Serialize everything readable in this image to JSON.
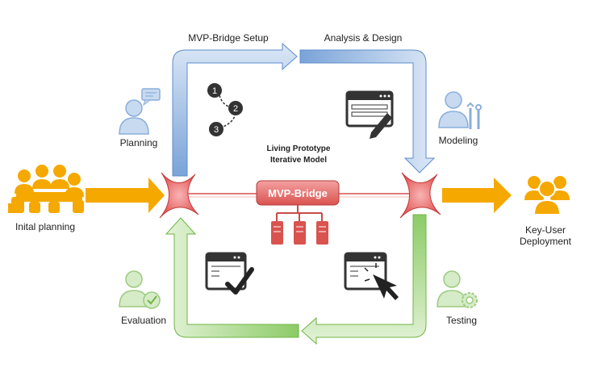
{
  "labels": {
    "mvp_setup": "MVP-Bridge Setup",
    "analysis_design": "Analysis & Design",
    "planning": "Planning",
    "modeling": "Modeling",
    "inital_planning": "Inital planning",
    "key_user_line1": "Key-User",
    "key_user_line2": "Deployment",
    "evaluation": "Evaluation",
    "testing": "Testing",
    "center_line1": "Living Prototype",
    "center_line2": "Iterative Model",
    "mvp_bridge": "MVP-Bridge"
  },
  "steps": [
    "1",
    "2",
    "3"
  ],
  "colors": {
    "orange": "#f5a800",
    "blue": "#9cbde6",
    "green": "#a9d58c",
    "red": "#e86a6a",
    "gray": "#3a3a3a"
  }
}
